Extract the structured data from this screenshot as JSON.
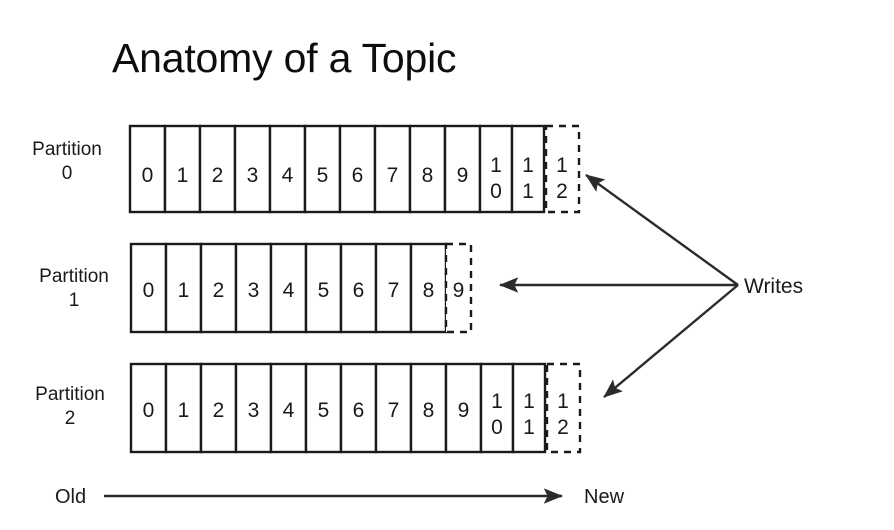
{
  "title": "Anatomy of a Topic",
  "colors": {
    "background": "#ffffff",
    "stroke": "#1a1a1a",
    "text": "#1a1a1a",
    "arrow": "#2b2b2b"
  },
  "partitions": [
    {
      "label_line1": "Partition",
      "label_line2": "0",
      "committed_offsets": [
        "0",
        "1",
        "2",
        "3",
        "4",
        "5",
        "6",
        "7",
        "8",
        "9",
        "10",
        "11"
      ],
      "pending_offset": "12"
    },
    {
      "label_line1": "Partition",
      "label_line2": "1",
      "committed_offsets": [
        "0",
        "1",
        "2",
        "3",
        "4",
        "5",
        "6",
        "7",
        "8"
      ],
      "pending_offset": "9"
    },
    {
      "label_line1": "Partition",
      "label_line2": "2",
      "committed_offsets": [
        "0",
        "1",
        "2",
        "3",
        "4",
        "5",
        "6",
        "7",
        "8",
        "9",
        "10",
        "11"
      ],
      "pending_offset": "12"
    }
  ],
  "writes": {
    "label": "Writes",
    "arrow_count": 3
  },
  "age_axis": {
    "old_label": "Old",
    "new_label": "New"
  }
}
